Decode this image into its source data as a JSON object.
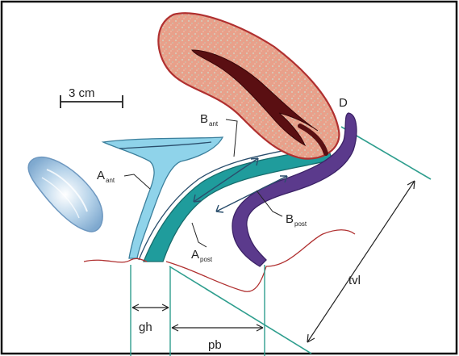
{
  "scale_bar": {
    "label": "3 cm"
  },
  "labels": {
    "D": "D",
    "b_ant_main": "B",
    "b_ant_sub": "ant",
    "a_ant_main": "A",
    "a_ant_sub": "ant",
    "b_post_main": "B",
    "b_post_sub": "post",
    "a_post_main": "A",
    "a_post_sub": "post",
    "tvl": "tvl",
    "gh": "gh",
    "pb": "pb"
  },
  "colors": {
    "uterus_fill": "#e8a08a",
    "uterus_texture": "#c9c0b0",
    "uterus_cavity": "#5a0f12",
    "bladder": "#8fd3ea",
    "vagina": "#1f9c9c",
    "rectum": "#5b3a8c",
    "outline_red": "#b03030",
    "measure_line": "#2f9e8e",
    "pubis": "#8fb7d9"
  }
}
